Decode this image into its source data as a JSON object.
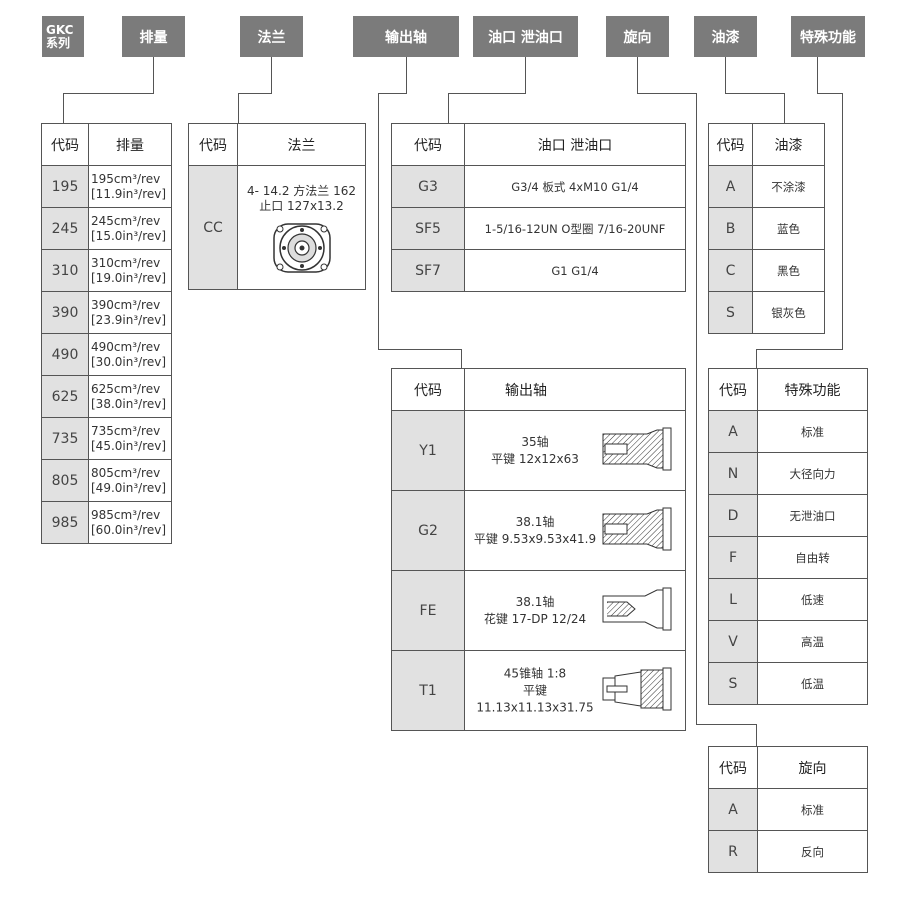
{
  "headers": {
    "series": [
      "GKC",
      "系列"
    ],
    "displacement": "排量",
    "flange": "法兰",
    "shaft": "输出轴",
    "ports": "油口 泄油口",
    "rotation": "旋向",
    "paint": "油漆",
    "special": "特殊功能"
  },
  "displacement_table": {
    "col_code": "代码",
    "col_name": "排量",
    "rows": [
      {
        "code": "195",
        "l1": "195cm³/rev",
        "l2": "[11.9in³/rev]"
      },
      {
        "code": "245",
        "l1": "245cm³/rev",
        "l2": "[15.0in³/rev]"
      },
      {
        "code": "310",
        "l1": "310cm³/rev",
        "l2": "[19.0in³/rev]"
      },
      {
        "code": "390",
        "l1": "390cm³/rev",
        "l2": "[23.9in³/rev]"
      },
      {
        "code": "490",
        "l1": "490cm³/rev",
        "l2": "[30.0in³/rev]"
      },
      {
        "code": "625",
        "l1": "625cm³/rev",
        "l2": "[38.0in³/rev]"
      },
      {
        "code": "735",
        "l1": "735cm³/rev",
        "l2": "[45.0in³/rev]"
      },
      {
        "code": "805",
        "l1": "805cm³/rev",
        "l2": "[49.0in³/rev]"
      },
      {
        "code": "985",
        "l1": "985cm³/rev",
        "l2": "[60.0in³/rev]"
      }
    ]
  },
  "flange_table": {
    "col_code": "代码",
    "col_name": "法兰",
    "rows": [
      {
        "code": "CC",
        "l1": "4-  14.2 方法兰   162",
        "l2": "止口    127x13.2"
      }
    ]
  },
  "ports_table": {
    "col_code": "代码",
    "col_name": "油口 泄油口",
    "rows": [
      {
        "code": "G3",
        "desc": "G3/4 板式 4xM10  G1/4"
      },
      {
        "code": "SF5",
        "desc": "1-5/16-12UN  O型圈 7/16-20UNF"
      },
      {
        "code": "SF7",
        "desc": "G1  G1/4"
      }
    ]
  },
  "paint_table": {
    "col_code": "代码",
    "col_name": "油漆",
    "rows": [
      {
        "code": "A",
        "desc": "不涂漆"
      },
      {
        "code": "B",
        "desc": "蓝色"
      },
      {
        "code": "C",
        "desc": "黑色"
      },
      {
        "code": "S",
        "desc": "银灰色"
      }
    ]
  },
  "shaft_table": {
    "col_code": "代码",
    "col_name": "输出轴",
    "rows": [
      {
        "code": "Y1",
        "l1": "35轴",
        "l2": "平键 12x12x63",
        "img": "keyed-shaft-icon"
      },
      {
        "code": "G2",
        "l1": "38.1轴",
        "l2": "平键 9.53x9.53x41.9",
        "img": "keyed-shaft-icon"
      },
      {
        "code": "FE",
        "l1": "38.1轴",
        "l2": "花键 17-DP 12/24",
        "img": "splined-shaft-icon"
      },
      {
        "code": "T1",
        "l1": "45锥轴 1:8",
        "l2": "平键 11.13x11.13x31.75",
        "img": "tapered-shaft-icon"
      }
    ]
  },
  "special_table": {
    "col_code": "代码",
    "col_name": "特殊功能",
    "rows": [
      {
        "code": "A",
        "desc": "标准"
      },
      {
        "code": "N",
        "desc": "大径向力"
      },
      {
        "code": "D",
        "desc": "无泄油口"
      },
      {
        "code": "F",
        "desc": "自由转"
      },
      {
        "code": "L",
        "desc": "低速"
      },
      {
        "code": "V",
        "desc": "高温"
      },
      {
        "code": "S",
        "desc": "低温"
      }
    ]
  },
  "rotation_table": {
    "col_code": "代码",
    "col_name": "旋向",
    "rows": [
      {
        "code": "A",
        "desc": "标准"
      },
      {
        "code": "R",
        "desc": "反向"
      }
    ]
  }
}
